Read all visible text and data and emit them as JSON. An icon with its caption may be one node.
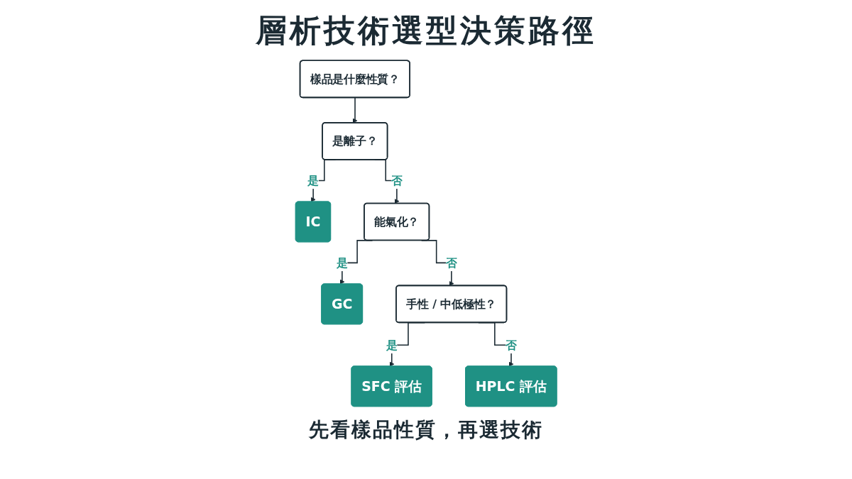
{
  "diagram": {
    "title": "層析技術選型決策路徑",
    "caption": "先看樣品性質，再選技術",
    "nodes": [
      {
        "text": [
          "樣品是什麼性質？"
        ]
      },
      {
        "text": [
          "是離子？"
        ]
      },
      {
        "text": [
          "IC"
        ]
      },
      {
        "text": [
          "能氣化？"
        ]
      },
      {
        "text": [
          "GC"
        ]
      },
      {
        "text": [
          "手性 / 中低極性？"
        ]
      },
      {
        "text": [
          "SFC 評估"
        ]
      },
      {
        "text": [
          "HPLC 評估"
        ]
      }
    ],
    "edges": [
      {
        "from": 0,
        "to": 1,
        "arrow": "to"
      },
      {
        "from": 1,
        "to": 2,
        "arrow": "to",
        "label": "是"
      },
      {
        "from": 1,
        "to": 3,
        "arrow": "to",
        "label": "否"
      },
      {
        "from": 3,
        "to": 4,
        "arrow": "to",
        "label": "是"
      },
      {
        "from": 3,
        "to": 5,
        "arrow": "to",
        "label": "否"
      },
      {
        "from": 5,
        "to": 6,
        "arrow": "to",
        "label": "是"
      },
      {
        "from": 5,
        "to": 7,
        "arrow": "to",
        "label": "否"
      }
    ]
  }
}
